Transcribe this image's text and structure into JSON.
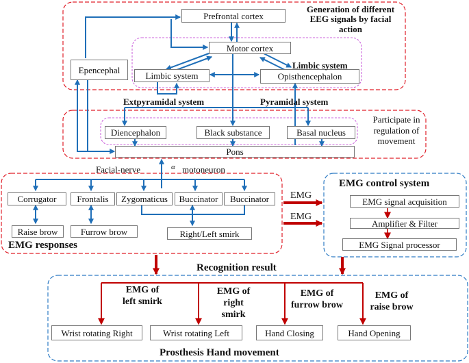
{
  "brain": {
    "title": "Generation of different EEG signals by facial action",
    "prefrontal": "Prefrontal  cortex",
    "motor": "Motor cortex",
    "limbic_box": "Limbic system",
    "opisthencephalon": "Opisthencephalon",
    "limbic_label": "Limbic system",
    "epencephal": "Epencephal"
  },
  "pathways": {
    "extrapyramidal": "Extpyramidal system",
    "pyramidal": "Pyramidal system"
  },
  "subcortical": {
    "title": "Participate in regulation of movement",
    "diencephalon": "Diencephalon",
    "black_substance": "Black substance",
    "basal_nucleus": "Basal nucleus",
    "pons": "Pons"
  },
  "nerves": {
    "facial": "Facial-nerve",
    "alpha_symbol": "α",
    "motoneuron": "motoneuron"
  },
  "emg_responses": {
    "title": "EMG responses",
    "muscles": [
      "Corrugator",
      "Frontalis",
      "Zygomaticus",
      "Buccinator",
      "Buccinator"
    ],
    "raise_brow": "Raise brow",
    "furrow_brow": "Furrow brow",
    "smirk": "Right/Left smirk"
  },
  "transfer": {
    "emg_top": "EMG",
    "emg_bottom": "EMG"
  },
  "control": {
    "title": "EMG control system",
    "acquisition": "EMG signal acquisition",
    "amplifier": "Amplifier & Filter",
    "processor": "EMG Signal processor"
  },
  "recognition": {
    "title": "Recognition result",
    "left_smirk": "EMG of left smirk",
    "right_smirk": "EMG of right smirk",
    "furrow_brow": "EMG of furrow brow",
    "raise_brow": "EMG of raise brow"
  },
  "prosthesis": {
    "title": "Prosthesis Hand movement",
    "actions": [
      "Wrist rotating Right",
      "Wrist rotating Left",
      "Hand Closing",
      "Hand Opening"
    ]
  },
  "colors": {
    "brain_border": "#e0202a",
    "limbic_border": "#cc66dd",
    "control_border": "#2e7bc4",
    "blue_arrow": "#1f6fb8",
    "red_arrow": "#c00000",
    "box_border": "#777777"
  }
}
